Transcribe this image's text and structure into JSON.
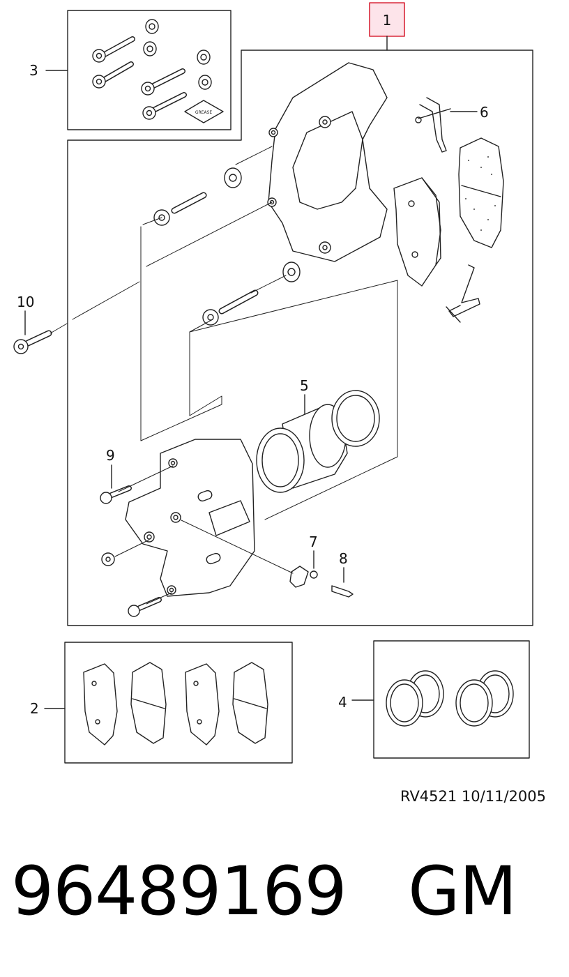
{
  "diagram": {
    "callouts": {
      "c1": "1",
      "c2": "2",
      "c3": "3",
      "c4": "4",
      "c5": "5",
      "c6": "6",
      "c7": "7",
      "c8": "8",
      "c9": "9",
      "c10": "10"
    },
    "grease_label": "GREASE",
    "highlight_color": "#d9283a",
    "highlight_fill": "#fde4ea"
  },
  "footer": {
    "doc_code": "RV4521  10/11/2005",
    "part_number": "96489169",
    "brand": "GM"
  }
}
